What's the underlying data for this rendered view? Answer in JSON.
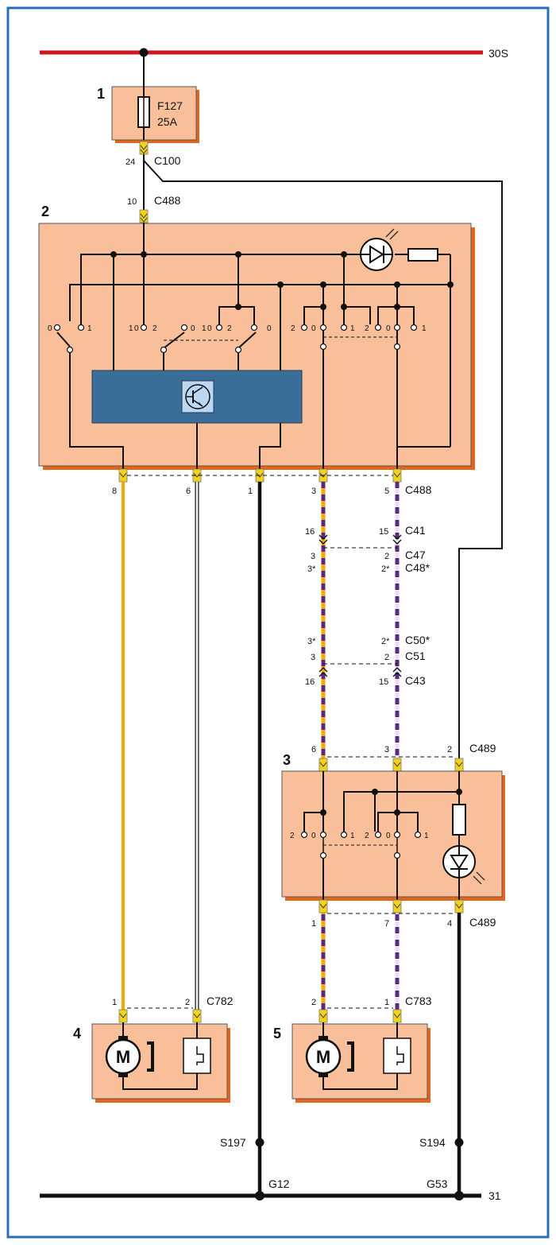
{
  "supply": {
    "top": "30S",
    "ground": "31"
  },
  "fuse": {
    "index": "1",
    "name": "F127",
    "rating": "25A",
    "pin": "24",
    "connector": "C100"
  },
  "switch_module": {
    "index": "2",
    "input_pin": "10",
    "input_connector": "C488",
    "out_pins": [
      "8",
      "6",
      "1",
      "3",
      "5"
    ],
    "out_connector": "C488",
    "left_switch": [
      "0",
      "1"
    ],
    "mid_switch": [
      "1",
      "0",
      "2",
      "0",
      "1",
      "0",
      "2",
      "0"
    ],
    "right_switch_a": [
      "2",
      "0",
      "1"
    ],
    "right_switch_b": [
      "2",
      "0",
      "1"
    ]
  },
  "harness": {
    "left_pins": [
      "16",
      "3",
      "3*",
      "3*",
      "3",
      "16"
    ],
    "right_pins": [
      "15",
      "2",
      "2*",
      "2*",
      "2",
      "15"
    ],
    "connectors": [
      "C41",
      "C47",
      "C48*",
      "C50*",
      "C51",
      "C43"
    ]
  },
  "rear_switch": {
    "index": "3",
    "top_pins": [
      "6",
      "3",
      "2"
    ],
    "top_connector": "C489",
    "bottom_pins": [
      "1",
      "7",
      "4"
    ],
    "bottom_connector": "C489",
    "sw_a": [
      "2",
      "0",
      "1"
    ],
    "sw_b": [
      "2",
      "0",
      "1"
    ]
  },
  "motor_left": {
    "index": "4",
    "pins": [
      "1",
      "2"
    ],
    "connector": "C782",
    "symbol": "M"
  },
  "motor_right": {
    "index": "5",
    "pins": [
      "2",
      "1"
    ],
    "connector": "C783",
    "symbol": "M"
  },
  "splices": {
    "left": "S197",
    "right": "S194"
  },
  "grounds": {
    "left": "G12",
    "right": "G53"
  },
  "colors": {
    "frame": "#2a6fb5",
    "bus_red": "#d0161e",
    "module": "#f9bf9a",
    "shadow": "#e4661c",
    "ic": "#3a6d97",
    "wire_yellow": "#f5a800",
    "wire_purple": "#5c2a78",
    "connector": "#f3d21a"
  }
}
